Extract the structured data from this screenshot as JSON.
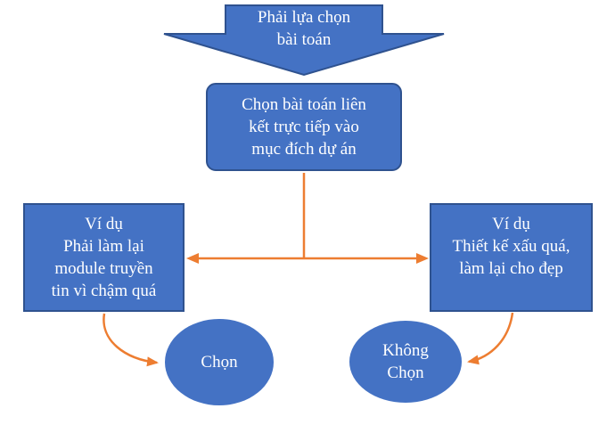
{
  "colors": {
    "shape_fill": "#4472C4",
    "shape_border": "#2F528F",
    "connector": "#ED7D31",
    "label_text": "#FFFFFF"
  },
  "nodes": {
    "top_arrow": {
      "shape": "down-arrow",
      "lines": [
        "Phải lựa chọn",
        "bài toán"
      ]
    },
    "goal_box": {
      "shape": "rounded-rectangle",
      "lines": [
        "Chọn bài toán liên",
        "kết trực tiếp vào",
        "mục đích dự án"
      ]
    },
    "left_example_box": {
      "shape": "rectangle",
      "lines": [
        "Ví dụ",
        "Phải làm lại",
        "module truyền",
        "tin vì chậm quá"
      ]
    },
    "right_example_box": {
      "shape": "rectangle",
      "lines": [
        "Ví dụ",
        "Thiết kế xấu quá,",
        "làm lại cho đẹp"
      ]
    },
    "choose_ellipse": {
      "shape": "ellipse",
      "lines": [
        "Chọn"
      ]
    },
    "not_choose_ellipse": {
      "shape": "ellipse",
      "lines": [
        "Không",
        "Chọn"
      ]
    }
  },
  "edges": [
    {
      "from": "top_arrow",
      "to": "goal_box",
      "type": "block-arrow-shape"
    },
    {
      "from": "goal_box",
      "to": "left_example_box",
      "type": "orange-arrow"
    },
    {
      "from": "goal_box",
      "to": "right_example_box",
      "type": "orange-arrow"
    },
    {
      "from": "left_example_box",
      "to": "choose_ellipse",
      "type": "curved-orange-arrow"
    },
    {
      "from": "right_example_box",
      "to": "not_choose_ellipse",
      "type": "curved-orange-arrow"
    }
  ]
}
